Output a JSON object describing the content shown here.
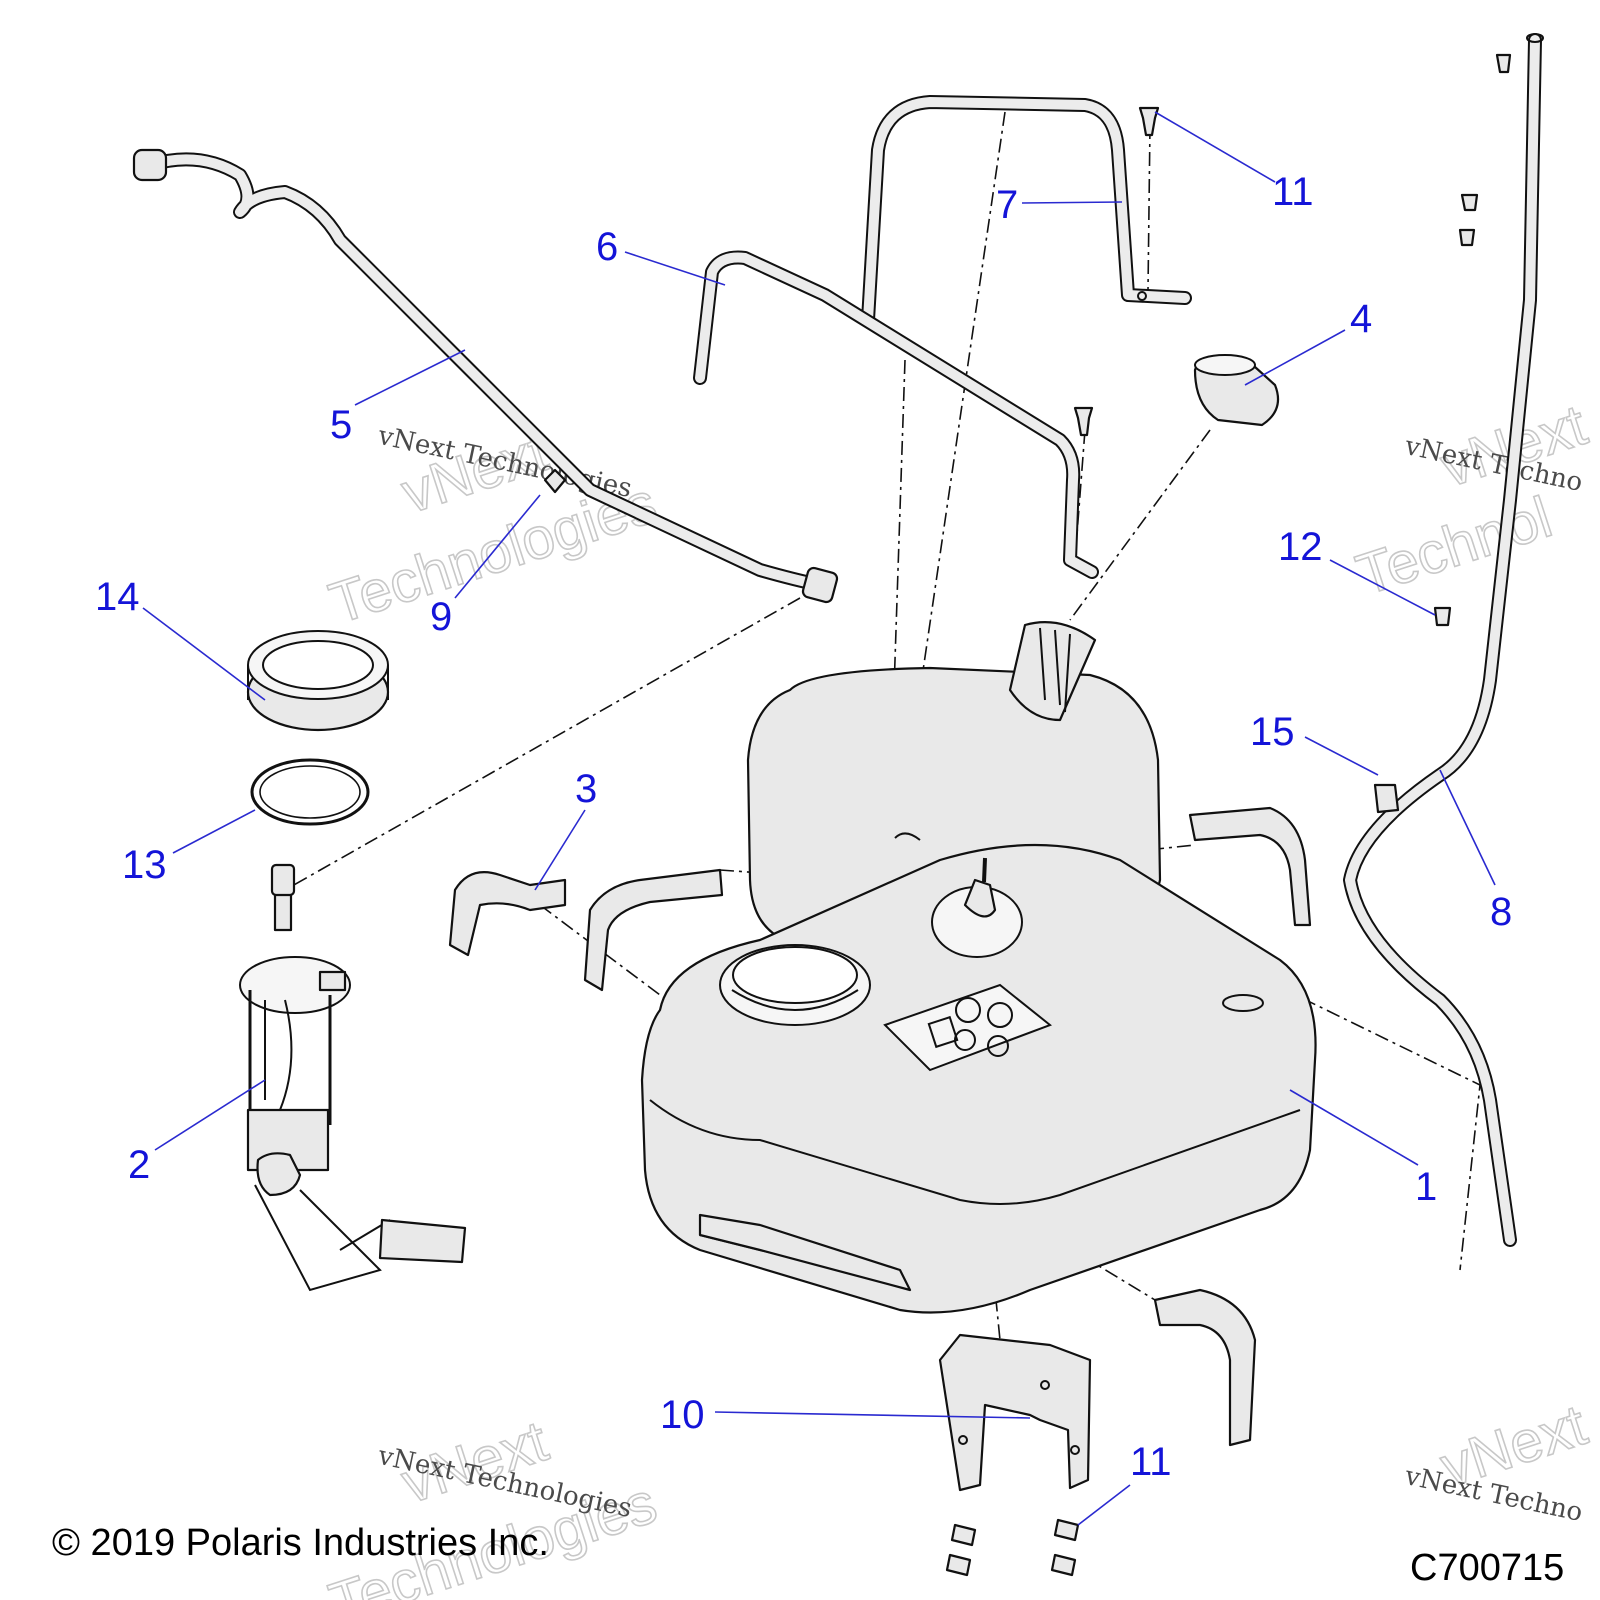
{
  "callouts": {
    "c1": "1",
    "c2": "2",
    "c3": "3",
    "c4": "4",
    "c5": "5",
    "c6": "6",
    "c7": "7",
    "c8": "8",
    "c9": "9",
    "c10": "10",
    "c11_top": "11",
    "c11_bottom": "11",
    "c12": "12",
    "c13": "13",
    "c14": "14",
    "c15": "15"
  },
  "watermark": {
    "line": "vNext Technologies",
    "big_top": "vNext",
    "big_bottom": "Technologies",
    "line_partial": "vNext Techno",
    "big_top_partial": "vNext",
    "big_bottom_partial": "Technol"
  },
  "footer": {
    "copyright": "© 2019 Polaris Industries Inc.",
    "diagram_code": "C700715"
  }
}
